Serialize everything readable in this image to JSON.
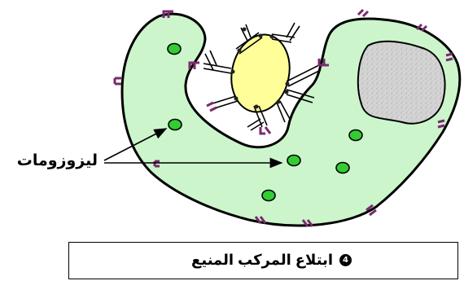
{
  "labels": {
    "lysosomes": "ليزوزومات"
  },
  "caption": {
    "step_number": "4",
    "text": "ابتلاع المركب المنيع"
  },
  "colors": {
    "cytoplasm": "#ccf5cc",
    "lysosome": "#33cc33",
    "antigen": "#fffe99",
    "nucleus": "#d0d0d0",
    "receptor": "#7a2a6e",
    "antibody_outline": "#000000"
  }
}
